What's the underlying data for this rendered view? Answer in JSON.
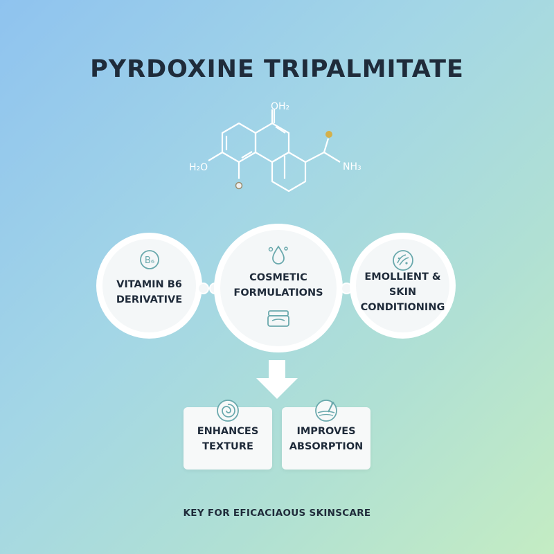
{
  "title": "PYRDOXINE TRIPALMITATE",
  "molecule": {
    "labels": {
      "top": "OH₂",
      "left": "H₂O",
      "right": "NH₃"
    }
  },
  "circles": [
    {
      "label": "VITAMIN B6\nDERIVATIVE",
      "icon": "b6-vitamin-icon",
      "icon_text": "B₆"
    },
    {
      "label": "COSMETIC\nFORMULATIONS",
      "icon_top": "droplet-icon",
      "icon_bottom": "cream-jar-icon"
    },
    {
      "label": "EMOLLIENT &\nSKIN CONDITIONING",
      "icon": "skin-texture-icon"
    }
  ],
  "boxes": [
    {
      "label": "ENHANCES\nTEXTURE",
      "icon": "swirl-icon"
    },
    {
      "label": "IMPROVES\nABSORPTION",
      "icon": "skin-absorption-icon"
    }
  ],
  "footer": "KEY FOR EFICACIAOUS SKINSCARE",
  "colors": {
    "text": "#1f2b3a",
    "accent_gold": "#d4b04a",
    "icon_teal": "#6aa9ad",
    "panel": "#f4f7f8"
  }
}
